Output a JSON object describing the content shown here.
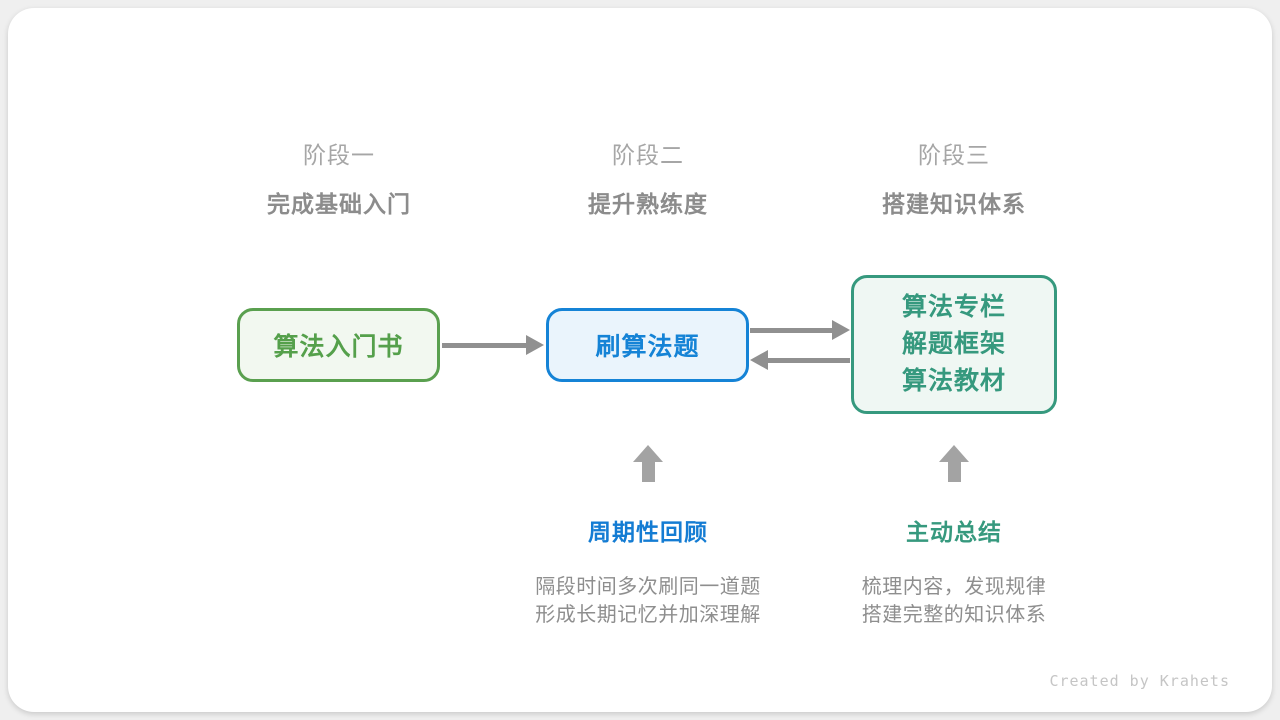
{
  "card": {
    "stages": [
      {
        "title": "阶段一",
        "subtitle": "完成基础入门"
      },
      {
        "title": "阶段二",
        "subtitle": "提升熟练度"
      },
      {
        "title": "阶段三",
        "subtitle": "搭建知识体系"
      }
    ],
    "nodes": {
      "intro_book": {
        "label": "算法入门书"
      },
      "practice": {
        "label": "刷算法题"
      },
      "resources": {
        "lines": [
          "算法专栏",
          "解题框架",
          "算法教材"
        ]
      }
    },
    "annotations": {
      "review": {
        "label": "周期性回顾",
        "desc": [
          "隔段时间多次刷同一道题",
          "形成长期记忆并加深理解"
        ]
      },
      "summarize": {
        "label": "主动总结",
        "desc": [
          "梳理内容，发现规律",
          "搭建完整的知识体系"
        ]
      }
    },
    "footer": {
      "credit": "Created by Krahets"
    },
    "colors": {
      "green": "#5aa04f",
      "blue": "#1583d6",
      "teal": "#36997e",
      "arrow_gray": "#909090",
      "up_arrow_gray": "#a3a3a3",
      "stage_title_gray": "#a6a6a6",
      "stage_subtitle_gray": "#8c8c8c",
      "desc_gray": "#8e8e8e",
      "credit_gray": "#c5c5c5"
    }
  }
}
